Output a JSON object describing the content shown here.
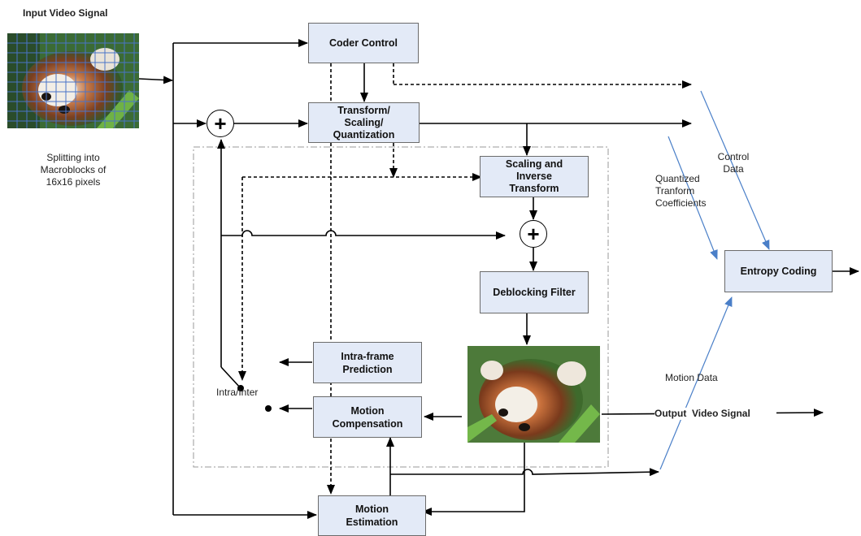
{
  "title": "Input Video Signal",
  "split_text": [
    "Splitting into",
    "Macroblocks of",
    "16x16 pixels"
  ],
  "blocks": {
    "coder_control": "Coder Control",
    "transform": [
      "Transform/",
      "Scaling/",
      "Quantization"
    ],
    "scaling_inverse": [
      "Scaling and",
      "Inverse",
      "Transform"
    ],
    "deblocking": "Deblocking Filter",
    "intra_prediction": [
      "Intra-frame",
      "Prediction"
    ],
    "motion_comp": [
      "Motion",
      "Compensation"
    ],
    "motion_est": [
      "Motion",
      "Estimation"
    ],
    "entropy": "Entropy Coding"
  },
  "labels": {
    "control_data": [
      "Control",
      "Data"
    ],
    "quantized": [
      "Quantized",
      "Tranform",
      "Coefficients"
    ],
    "motion_data": "Motion Data",
    "intra_inter": "Intra/Inter",
    "output": "Output  Video Signal"
  },
  "sum_symbol": "+",
  "colors": {
    "block_fill": "#e3eaf7",
    "blue_line": "#4a7fc8",
    "grid": "#4a74c8"
  }
}
